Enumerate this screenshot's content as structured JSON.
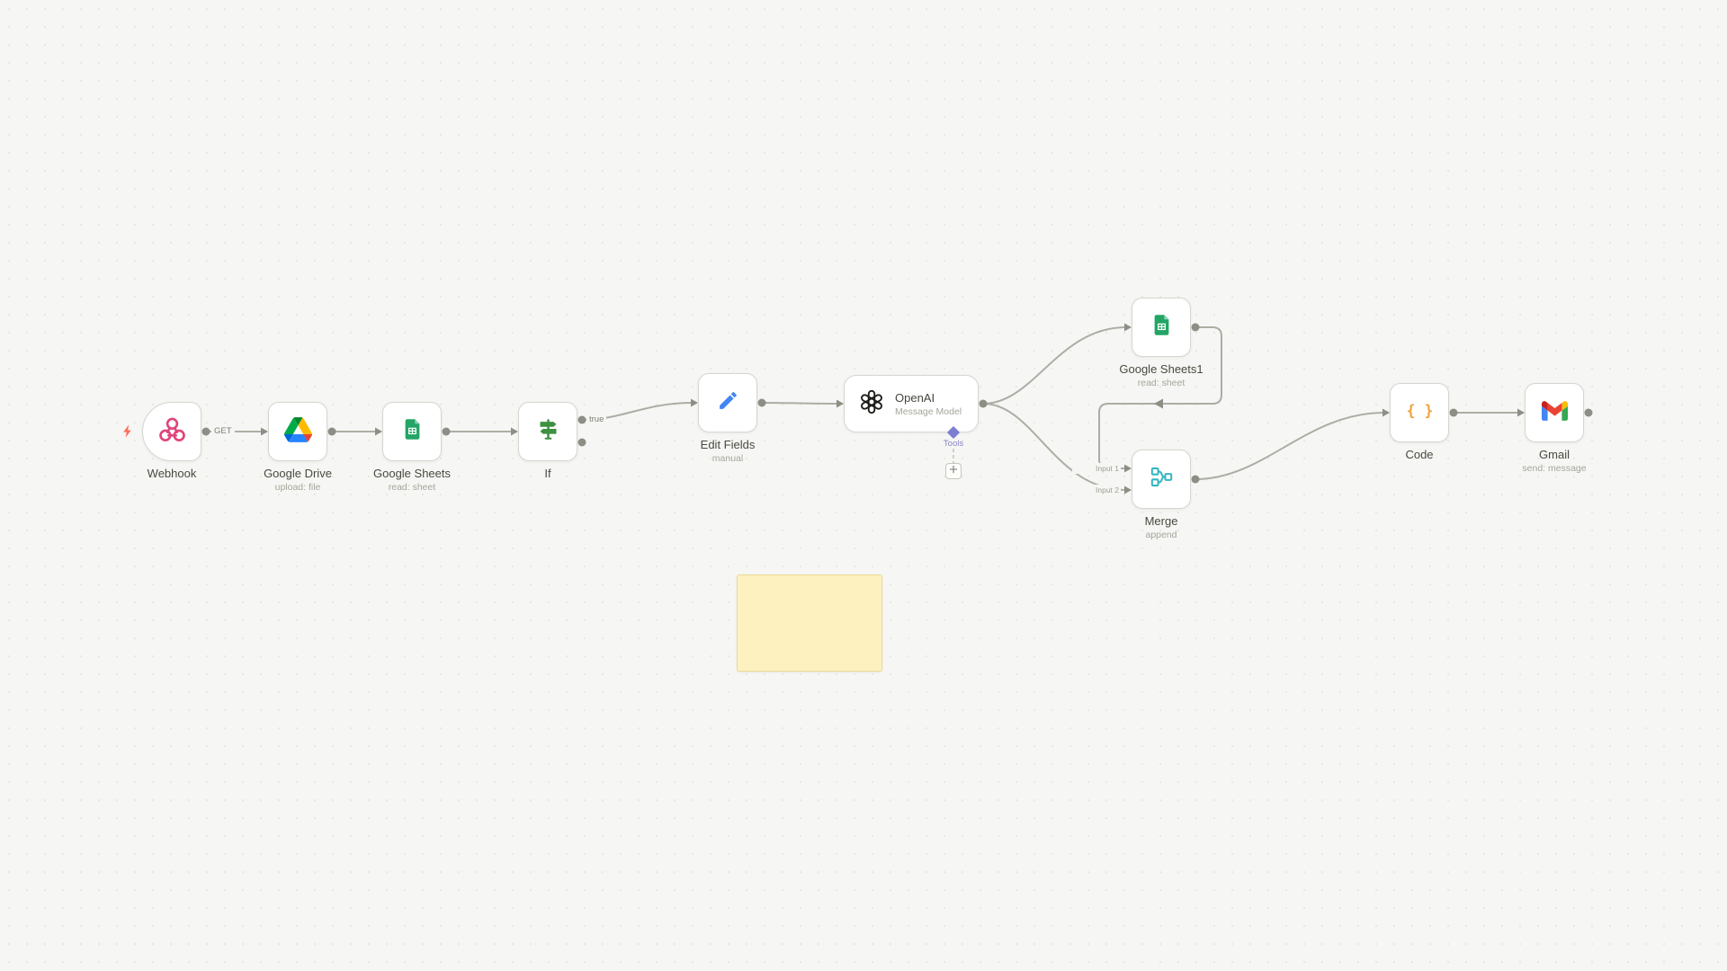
{
  "app": {
    "name": "workflow-editor-canvas"
  },
  "canvas": {
    "background": "#f6f6f4"
  },
  "colors": {
    "connector": "#adada5",
    "port_dot": "#8e8e86",
    "webhook_icon": "#e0447c",
    "if_icon": "#3d9140",
    "edit_fields_icon": "#4285f4",
    "merge_icon": "#35b5c1",
    "code_icon": "#f0a33c",
    "openai_icon": "#1a1a17",
    "tools_diamond": "#7d7dd2",
    "trigger_bolt": "#ff6d5a",
    "sticky_bg": "#fdf1c0"
  },
  "nodes": [
    {
      "id": "webhook",
      "label": "Webhook",
      "sublabel": ""
    },
    {
      "id": "google-drive",
      "label": "Google Drive",
      "sublabel": "upload: file"
    },
    {
      "id": "google-sheets",
      "label": "Google Sheets",
      "sublabel": "read: sheet"
    },
    {
      "id": "if",
      "label": "If",
      "sublabel": ""
    },
    {
      "id": "edit-fields",
      "label": "Edit Fields",
      "sublabel": "manual"
    },
    {
      "id": "openai",
      "label": "OpenAI",
      "sublabel": "Message Model"
    },
    {
      "id": "google-sheets1",
      "label": "Google Sheets1",
      "sublabel": "read: sheet"
    },
    {
      "id": "merge",
      "label": "Merge",
      "sublabel": "append"
    },
    {
      "id": "code",
      "label": "Code",
      "sublabel": ""
    },
    {
      "id": "gmail",
      "label": "Gmail",
      "sublabel": "send: message"
    }
  ],
  "connection_labels": {
    "webhook_method": "GET",
    "if_branch": "true",
    "openai_tools": "Tools",
    "merge_input1": "Input 1",
    "merge_input2": "Input 2"
  },
  "sticky_note": {
    "text": "",
    "style": "background:#fdf1c0;border:1px solid #ecda92"
  }
}
